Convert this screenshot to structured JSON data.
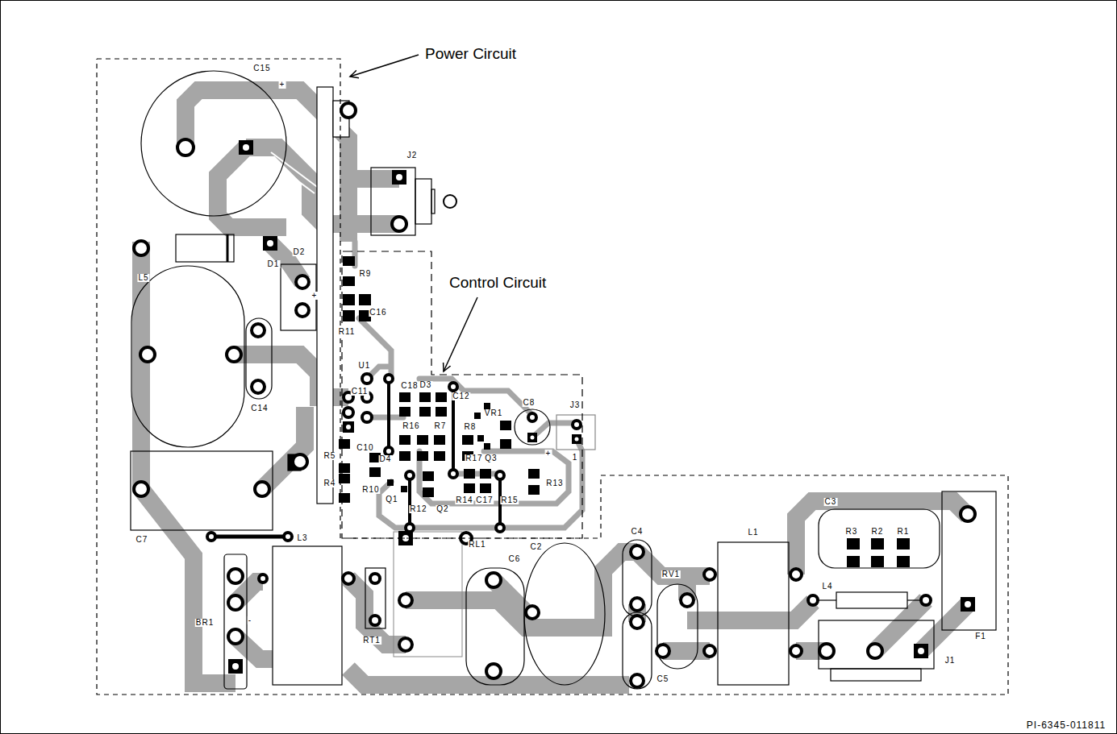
{
  "diagram": {
    "nodes": [
      {
        "text": [
          "Power Circuit"
        ]
      },
      {
        "text": [
          "Control Circuit"
        ]
      }
    ],
    "labels": [
      "C15",
      "+",
      "J2",
      "D1",
      "D2",
      "L5",
      "+",
      "C14",
      "R9",
      "C16",
      "R11",
      "U1",
      "C11",
      "C18",
      "D3",
      "C12",
      "C8",
      "J3",
      "VR1",
      "R16",
      "R7",
      "R8",
      "C10",
      "D4",
      "R5",
      "R4",
      "R17",
      "Q3",
      "+",
      "1",
      "R10",
      "Q1",
      "R12",
      "Q2",
      "R14",
      "C17",
      "R15",
      "R13",
      "C7",
      "L3",
      "RL1",
      "C2",
      "C6",
      "C4",
      "RV1",
      "L1",
      "C3",
      "R3",
      "R2",
      "R1",
      "L4",
      "BR1",
      "RT1",
      "C5",
      "J1",
      "F1",
      "PI-6345-011811",
      "-"
    ]
  }
}
